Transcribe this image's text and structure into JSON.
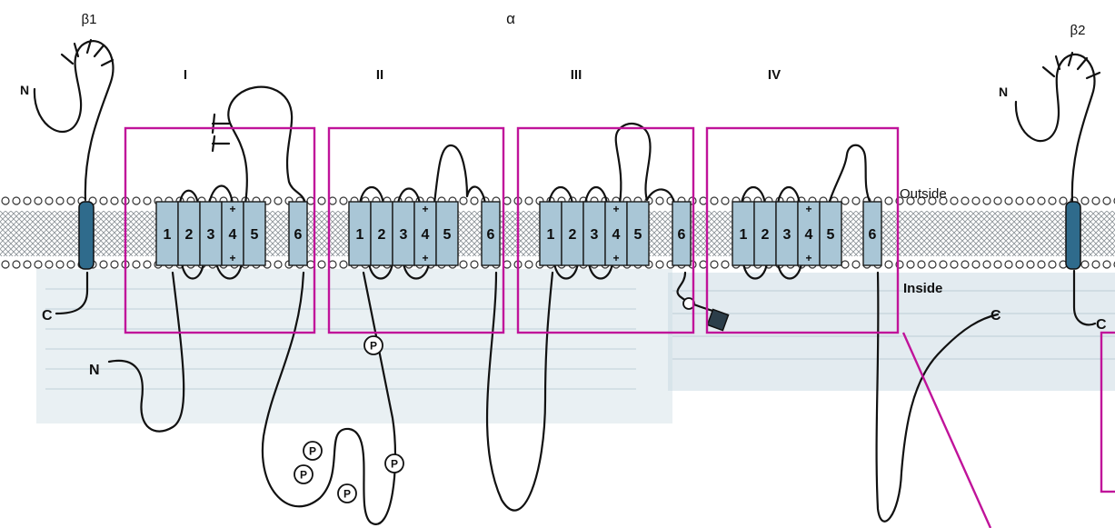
{
  "subunits": {
    "beta1": "β1",
    "alpha": "α",
    "beta2": "β2"
  },
  "domains": [
    {
      "label": "I",
      "segments": [
        "1",
        "2",
        "3",
        "4",
        "5",
        "6"
      ]
    },
    {
      "label": "II",
      "segments": [
        "1",
        "2",
        "3",
        "4",
        "5",
        "6"
      ]
    },
    {
      "label": "III",
      "segments": [
        "1",
        "2",
        "3",
        "4",
        "5",
        "6"
      ]
    },
    {
      "label": "IV",
      "segments": [
        "1",
        "2",
        "3",
        "4",
        "5",
        "6"
      ]
    }
  ],
  "sides": {
    "outside": "Outside",
    "inside": "Inside"
  },
  "termini": {
    "beta1_n": "N",
    "beta1_c": "C",
    "alpha_n": "N",
    "alpha_c": "C",
    "beta2_n": "N",
    "beta2_c": "C"
  },
  "charge": {
    "plus": "+"
  },
  "phospho_label": "P",
  "colors": {
    "segment_fill": "#a9c6d6",
    "segment_stroke": "#1a1a1a",
    "membrane_band": "#b7c3c9",
    "cytoplasm_tint": "#cfdde6",
    "highlight_box": "#c0139a",
    "line": "#111111"
  }
}
